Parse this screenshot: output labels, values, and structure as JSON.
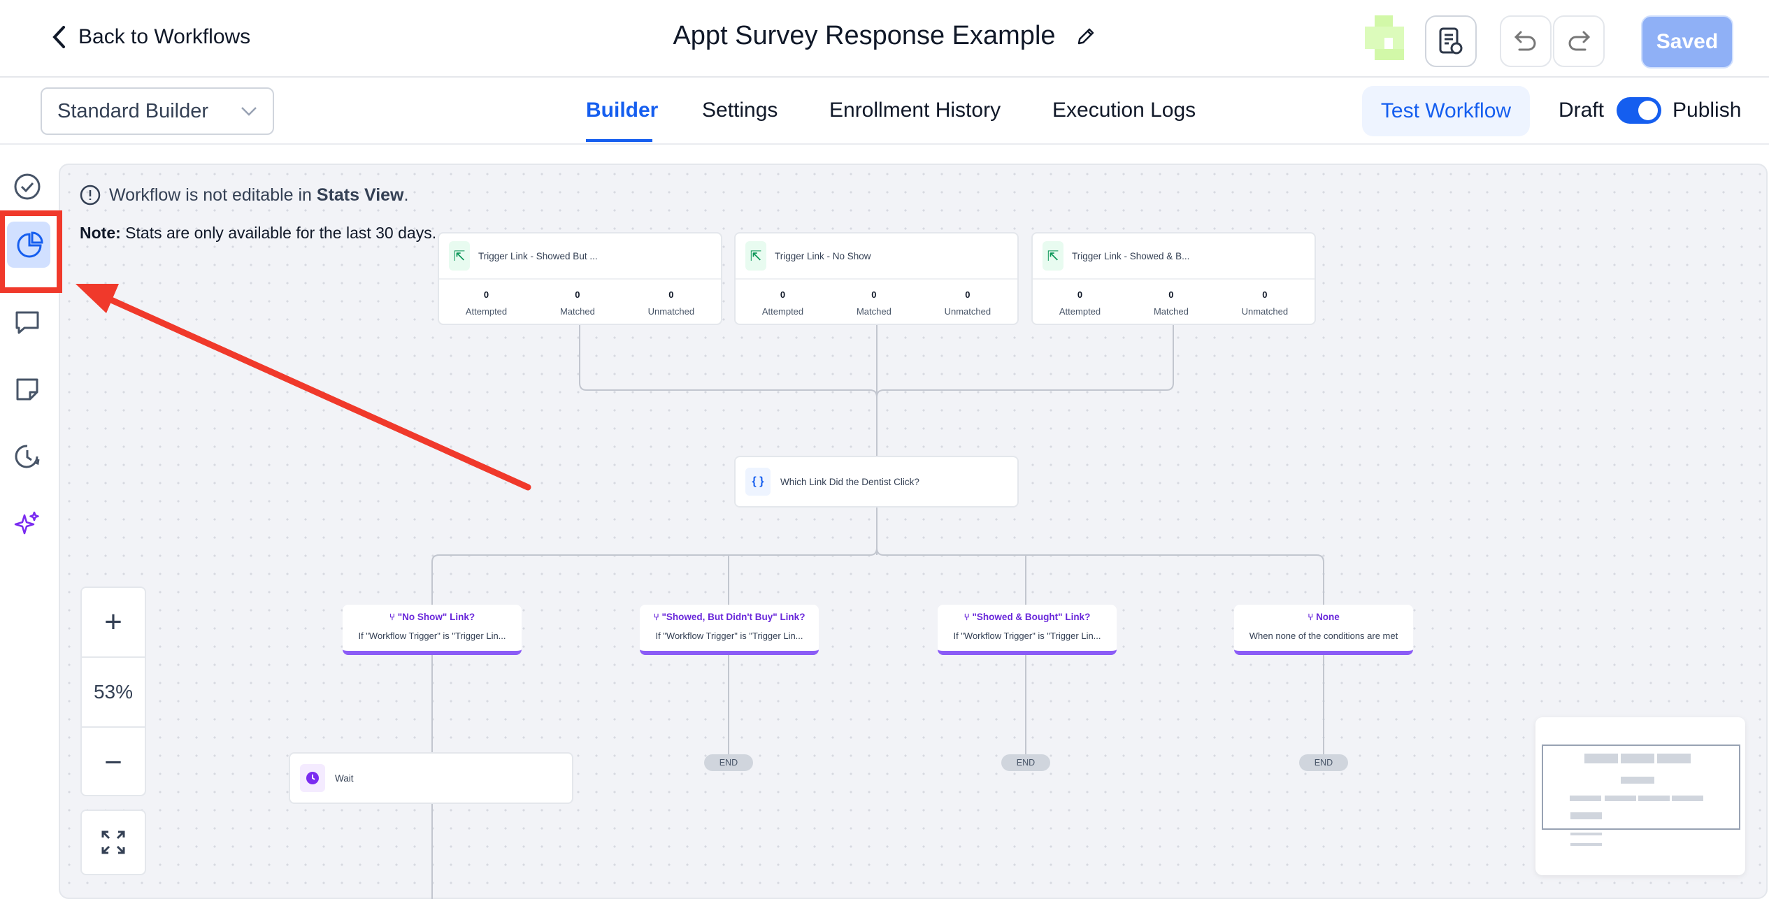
{
  "header": {
    "back_label": "Back to Workflows",
    "title": "Appt Survey Response Example",
    "saved_label": "Saved"
  },
  "toolbar": {
    "builder_select": "Standard Builder",
    "tabs": [
      {
        "label": "Builder",
        "active": true
      },
      {
        "label": "Settings"
      },
      {
        "label": "Enrollment History"
      },
      {
        "label": "Execution Logs"
      }
    ],
    "test_workflow": "Test Workflow",
    "draft_label": "Draft",
    "publish_label": "Publish",
    "publish_toggle_on": true
  },
  "sidebar": {
    "items": [
      "check-circle-icon",
      "pie-chart-icon",
      "comment-icon",
      "note-icon",
      "history-icon",
      "sparkle-icon"
    ],
    "active": "pie-chart-icon"
  },
  "notice": {
    "text": "Workflow is not editable in ",
    "bold": "Stats View",
    "end": ".",
    "note_label": "Note:",
    "note_text": " Stats are only available for the last 30 days."
  },
  "triggers": [
    {
      "title": "Trigger Link - Showed But ...",
      "attempted": "0",
      "matched": "0",
      "unmatched": "0"
    },
    {
      "title": "Trigger Link - No Show",
      "attempted": "0",
      "matched": "0",
      "unmatched": "0"
    },
    {
      "title": "Trigger Link - Showed & B...",
      "attempted": "0",
      "matched": "0",
      "unmatched": "0"
    }
  ],
  "stat_labels": {
    "attempted": "Attempted",
    "matched": "Matched",
    "unmatched": "Unmatched"
  },
  "condition": {
    "title": "Which Link Did the Dentist Click?"
  },
  "branches": [
    {
      "title": "\"No Show\" Link?",
      "subtitle": "If \"Workflow Trigger\" is \"Trigger Lin..."
    },
    {
      "title": "\"Showed, But Didn't Buy\" Link?",
      "subtitle": "If \"Workflow Trigger\" is \"Trigger Lin..."
    },
    {
      "title": "\"Showed & Bought\" Link?",
      "subtitle": "If \"Workflow Trigger\" is \"Trigger Lin..."
    },
    {
      "title": "None",
      "subtitle": "When none of the conditions are met"
    }
  ],
  "end_label": "END",
  "wait": {
    "title": "Wait"
  },
  "zoom": {
    "level": "53%"
  },
  "colors": {
    "accent": "#155eef",
    "branch": "#8b5cf6",
    "annotation": "#f0392b"
  }
}
